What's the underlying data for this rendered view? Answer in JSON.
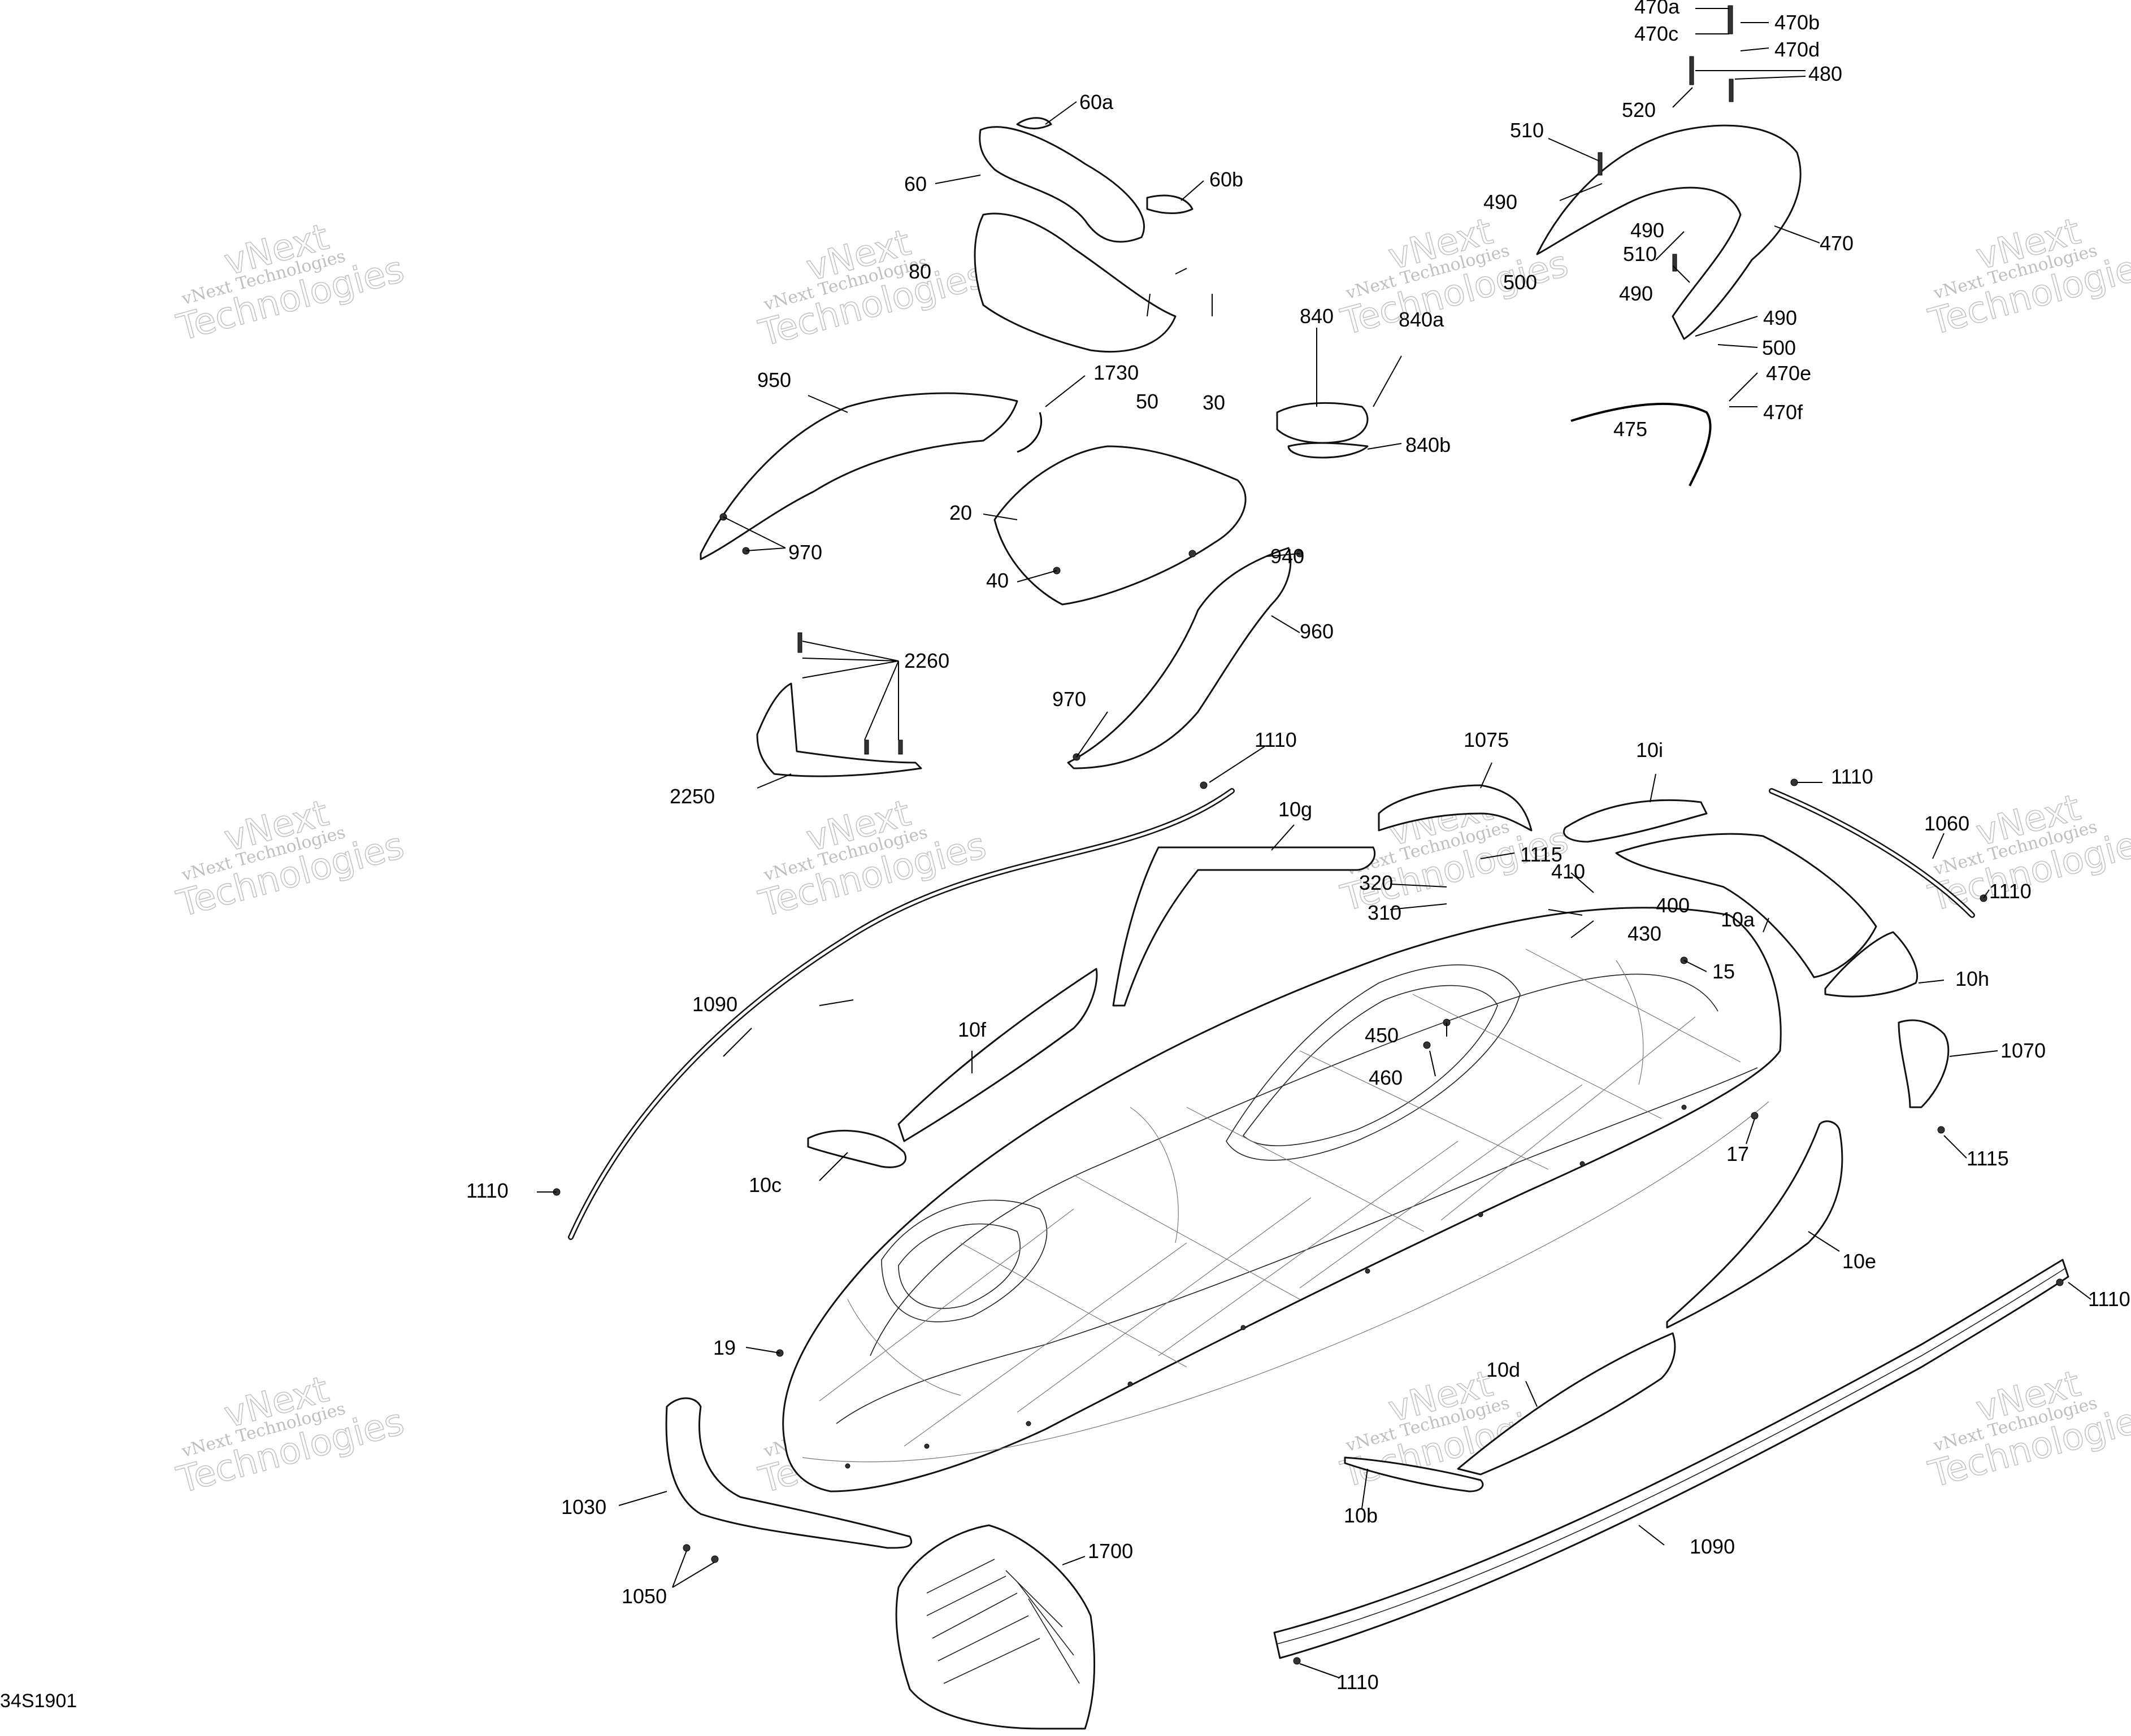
{
  "diagram": {
    "figure_id": "34S1901",
    "watermark": {
      "line1": "vNext",
      "line2": "vNext Technologies",
      "line3": "Technologies"
    },
    "callouts": [
      "470a",
      "470b",
      "470c",
      "470d",
      "480",
      "520",
      "510",
      "490",
      "470",
      "500",
      "470e",
      "470f",
      "475",
      "60a",
      "60",
      "60b",
      "80",
      "840",
      "840a",
      "840b",
      "950",
      "1730",
      "50",
      "30",
      "20",
      "40",
      "970",
      "940",
      "960",
      "2260",
      "2250",
      "1110",
      "1075",
      "10i",
      "1060",
      "10g",
      "1115",
      "320",
      "310",
      "410",
      "400",
      "430",
      "15",
      "10a",
      "10h",
      "1090",
      "10f",
      "450",
      "460",
      "1070",
      "10c",
      "17",
      "10e",
      "19",
      "10d",
      "1030",
      "10b",
      "1050",
      "1700"
    ]
  }
}
